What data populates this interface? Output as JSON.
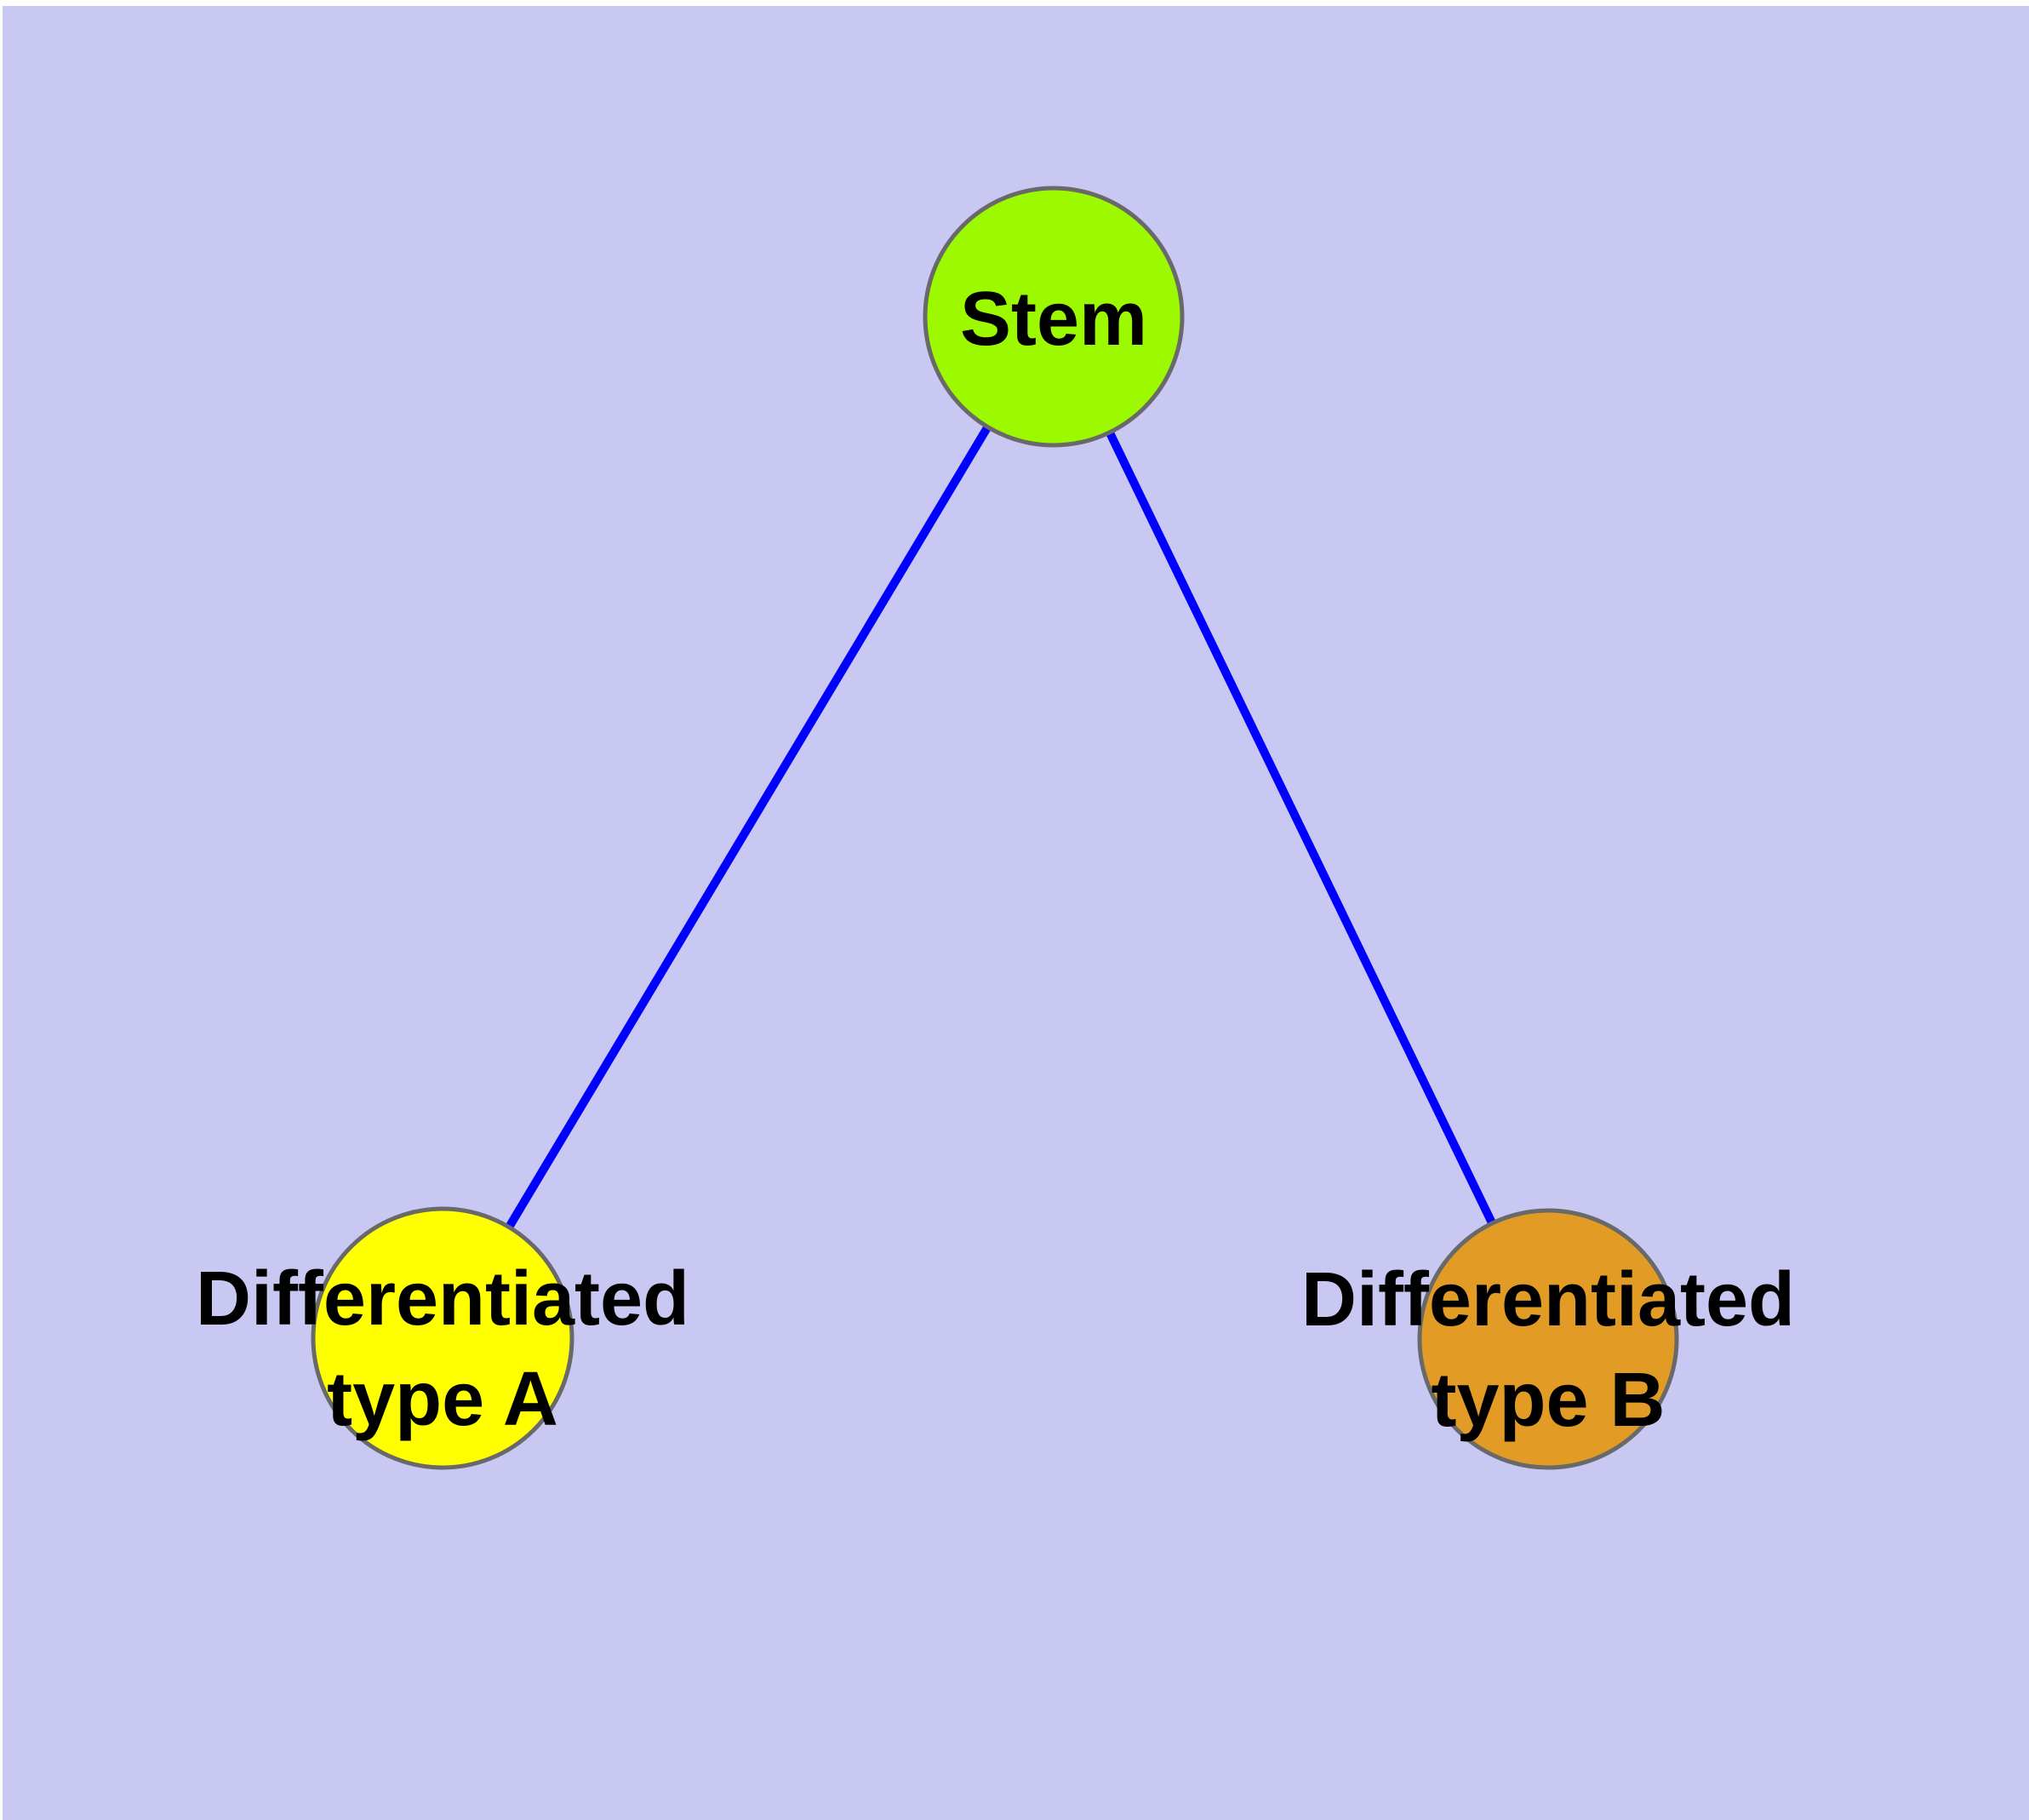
{
  "diagram": {
    "type": "graph",
    "description": "Cell differentiation hierarchy graph with one stem node and two differentiated daughter nodes",
    "margin_color": "#FFFFFF",
    "background_color": "#C8C8F3",
    "edge_color": "#0000FF",
    "node_border_color": "#696969",
    "label_color": "#000000",
    "nodes": [
      {
        "id": "stem",
        "label": "Stem",
        "fill": "#9CF900"
      },
      {
        "id": "differentiated-type-a",
        "label_line1": "Differentiated",
        "label_line2": "type A",
        "fill": "#FFFF00"
      },
      {
        "id": "differentiated-type-b",
        "label_line1": "Differentiated",
        "label_line2": "type B",
        "fill": "#E29C26"
      }
    ],
    "edges": [
      {
        "from": "Stem",
        "to": "Differentiated type A"
      },
      {
        "from": "Stem",
        "to": "Differentiated type B"
      }
    ]
  }
}
